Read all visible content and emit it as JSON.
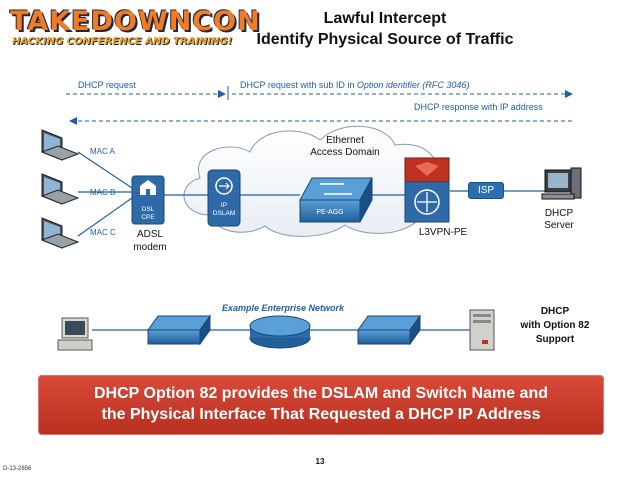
{
  "header": {
    "logo_main": "TAKEDOWNCON",
    "logo_sub": "HACKING CONFERENCE AND TRAINING!",
    "title_line1": "Lawful Intercept",
    "title_line2": "Identify Physical Source of Traffic"
  },
  "flows": {
    "dhcp_request": "DHCP request",
    "dhcp_request_sub_prefix": "DHCP request with sub ID in ",
    "dhcp_request_sub_italic": "Option identifier (RFC 3046)",
    "dhcp_request_sub_suffix": "",
    "dhcp_response": "DHCP response with IP address"
  },
  "top_network": {
    "mac_a": "MAC A",
    "mac_b": "MAC B",
    "mac_c": "MAC C",
    "dsl_cpe_line1": "DSL",
    "dsl_cpe_line2": "CPE",
    "adsl_line1": "ADSL",
    "adsl_line2": "modem",
    "ip_dslam_line1": "IP",
    "ip_dslam_line2": "DSLAM",
    "cloud_line1": "Ethernet",
    "cloud_line2": "Access Domain",
    "pe_agg": "PE-AGG",
    "l3vpn_pe": "L3VPN-PE",
    "isp": "ISP",
    "dhcp_server_line1": "DHCP",
    "dhcp_server_line2": "Server"
  },
  "bottom_network": {
    "example_label": "Example Enterprise Network",
    "dhcp82_line1": "DHCP",
    "dhcp82_line2": "with Option 82",
    "dhcp82_line3": "Support"
  },
  "callout": {
    "line1": "DHCP Option 82 provides the DSLAM and Switch Name and",
    "line2": "the Physical Interface That  Requested a DHCP IP Address"
  },
  "footer": {
    "page_number": "13",
    "doc_id": "D-13-2856"
  },
  "colors": {
    "accent_blue": "#1f5fa8",
    "callout_red": "#c63a2a",
    "logo_orange": "#f47b20"
  }
}
